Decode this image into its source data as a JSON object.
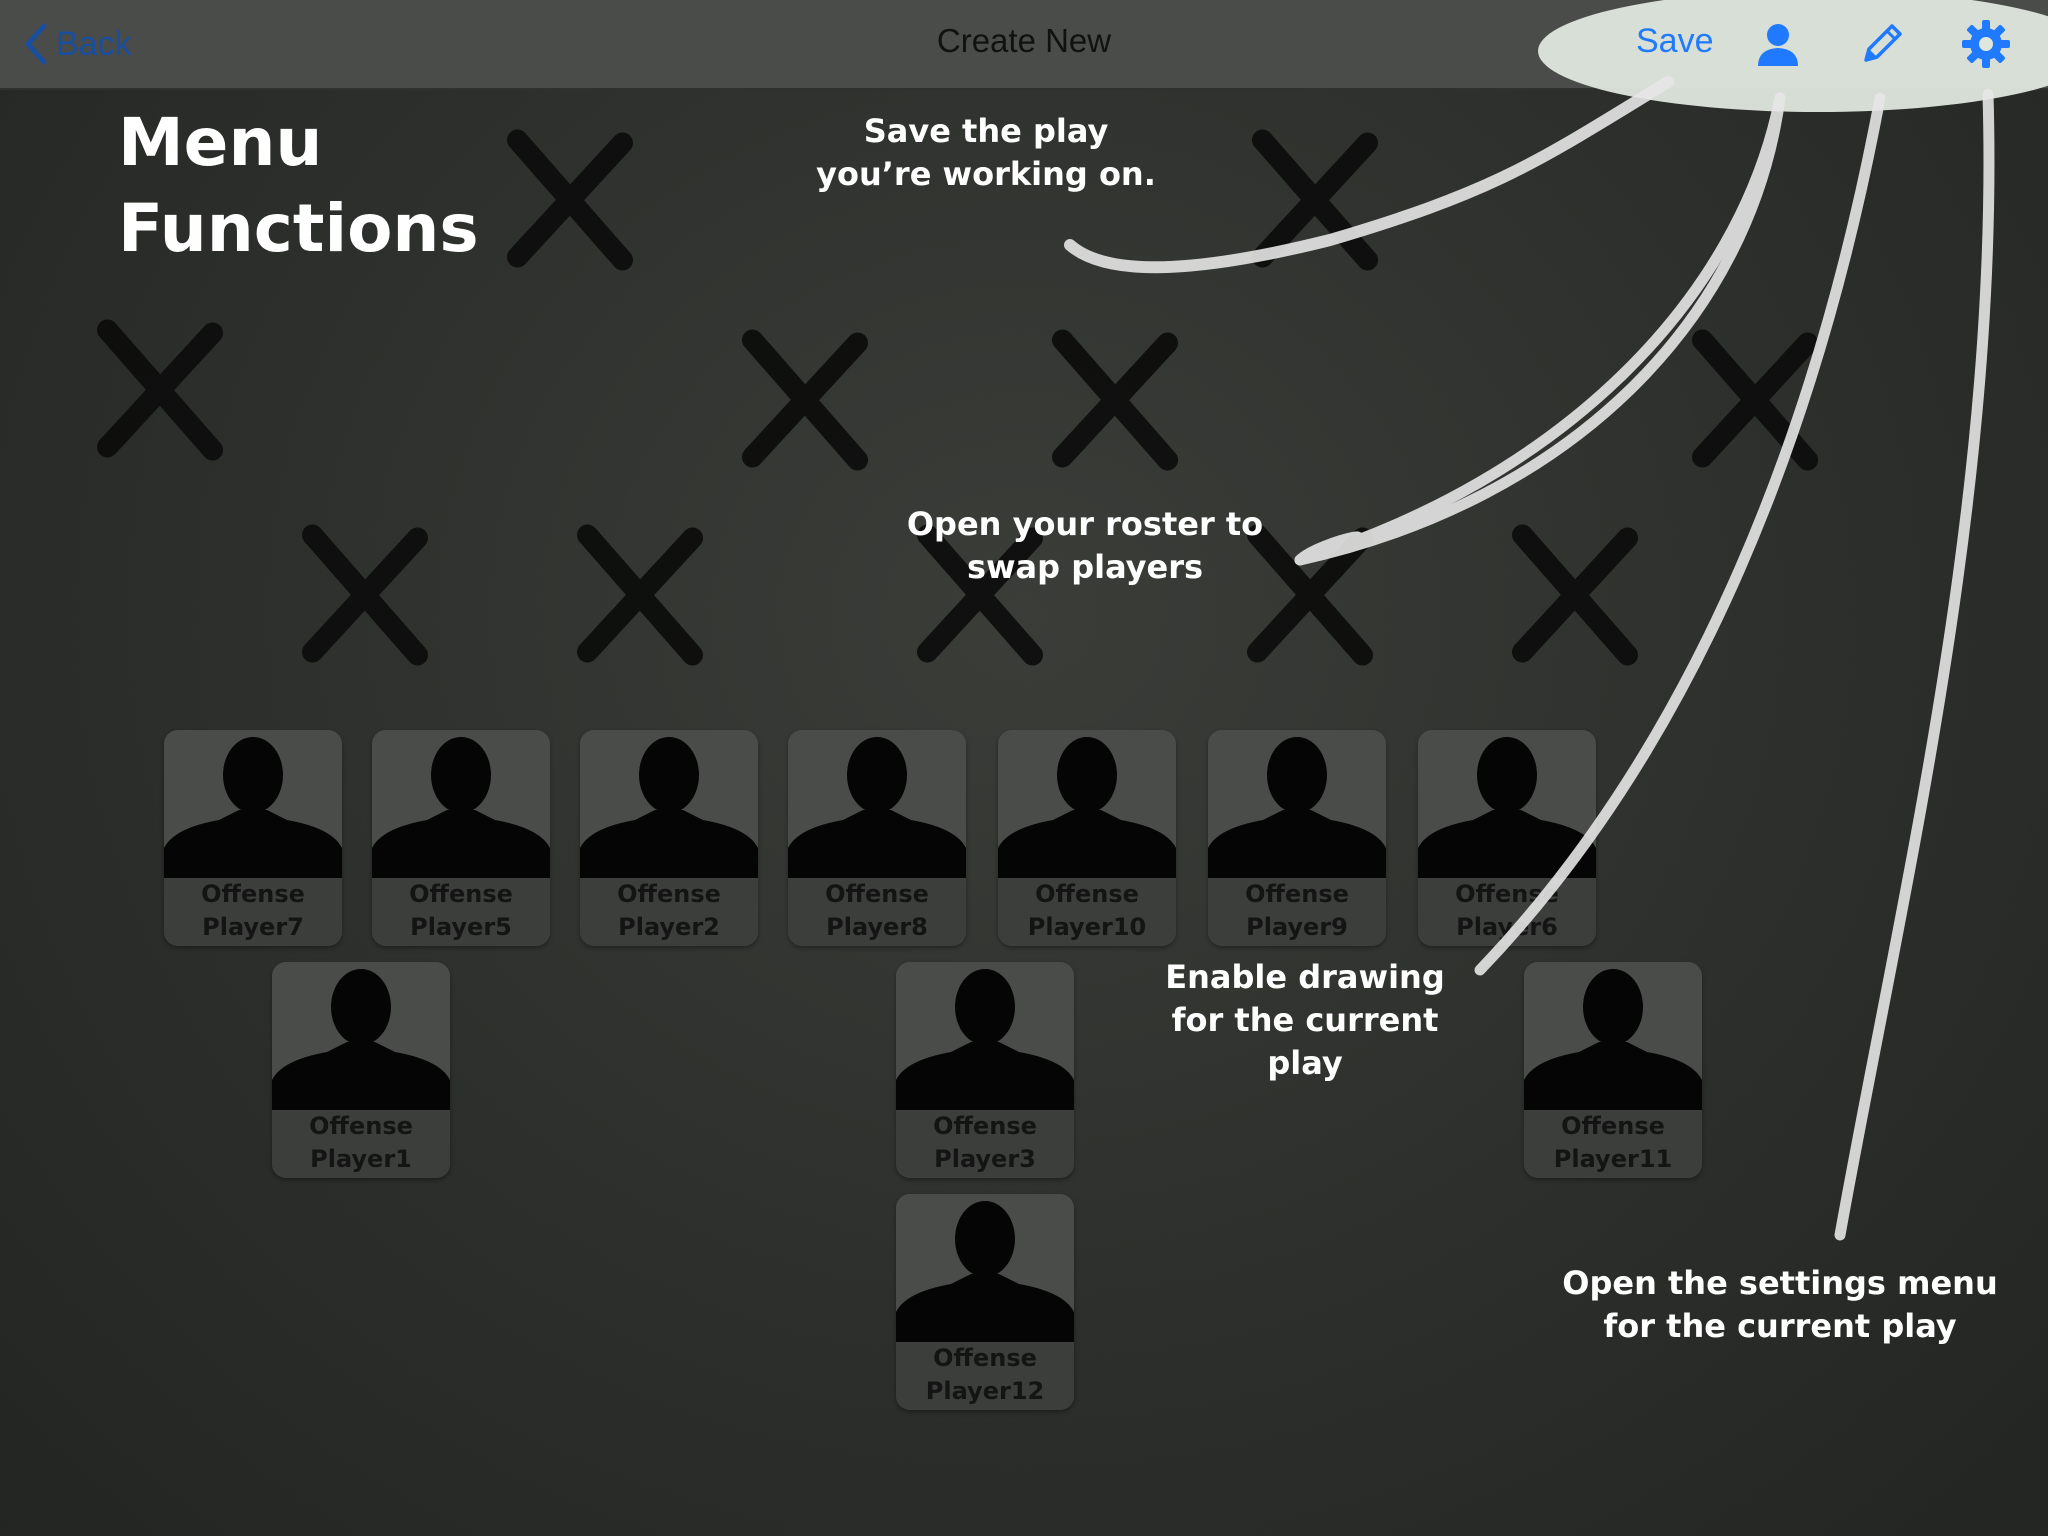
{
  "nav": {
    "back_label": "Back",
    "title": "Create New",
    "save_label": "Save",
    "icons": [
      "roster-icon",
      "pencil-icon",
      "gear-icon"
    ],
    "accent_color": "#1f7aff"
  },
  "overlay": {
    "heading": "Menu\nFunctions",
    "notes": {
      "save": "Save the play you’re working on.",
      "roster": "Open your roster to swap players",
      "drawing": "Enable drawing for the current play",
      "settings": "Open the settings menu for the current play"
    }
  },
  "players": [
    {
      "name": "Offense\nPlayer7"
    },
    {
      "name": "Offense\nPlayer5"
    },
    {
      "name": "Offense\nPlayer2"
    },
    {
      "name": "Offense\nPlayer8"
    },
    {
      "name": "Offense\nPlayer10"
    },
    {
      "name": "Offense\nPlayer9"
    },
    {
      "name": "Offense\nPlayer6"
    },
    {
      "name": "Offense\nPlayer1"
    },
    {
      "name": "Offense\nPlayer3"
    },
    {
      "name": "Offense\nPlayer11"
    },
    {
      "name": "Offense\nPlayer12"
    }
  ]
}
